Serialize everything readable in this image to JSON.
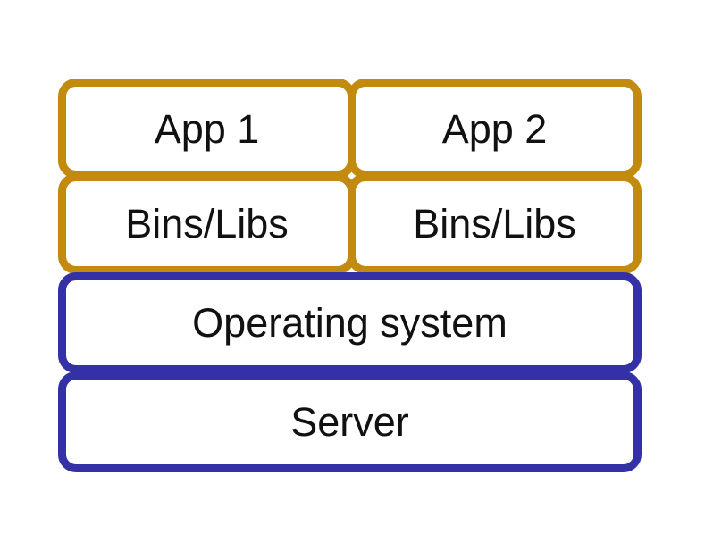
{
  "diagram": {
    "type": "stack-diagram",
    "colors": {
      "app_border": "#C28A0E",
      "infra_border": "#3430A6",
      "text": "#111111",
      "box_fill": "#ffffff",
      "background": "#ffffff"
    },
    "boxes": [
      {
        "id": "app-1",
        "label": "App 1",
        "group": "app"
      },
      {
        "id": "app-2",
        "label": "App 2",
        "group": "app"
      },
      {
        "id": "bins-libs-left",
        "label": "Bins/Libs",
        "group": "app"
      },
      {
        "id": "bins-libs-right",
        "label": "Bins/Libs",
        "group": "app"
      },
      {
        "id": "operating-system",
        "label": "Operating system",
        "group": "infra"
      },
      {
        "id": "server",
        "label": "Server",
        "group": "infra"
      }
    ]
  }
}
